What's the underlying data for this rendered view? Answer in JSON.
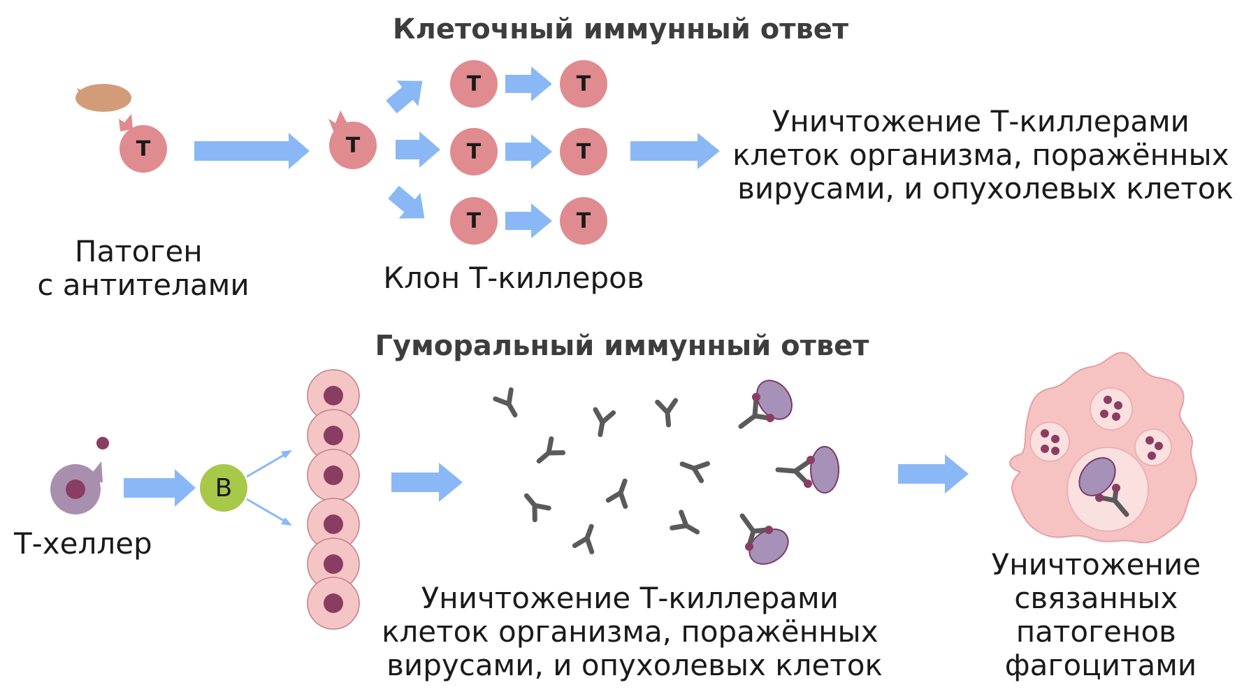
{
  "cellular": {
    "title": "Клеточный иммунный ответ",
    "pathogen_label": [
      "Патоген",
      "с антителами"
    ],
    "clone_label": "Клон Т-киллеров",
    "result_label": [
      "Уничтожение Т-киллерами",
      "клеток организма, поражённых",
      "вирусами, и опухолевых клеток"
    ],
    "cell_letter": "Т"
  },
  "humoral": {
    "title": "Гуморальный иммунный ответ",
    "helper_label": "Т-хеллер",
    "b_letter": "B",
    "antibody_label": [
      "Уничтожение Т-киллерами",
      "клеток организма, поражённых",
      "вирусами, и опухолевых клеток"
    ],
    "phagocyte_label": [
      "Уничтожение",
      "связанных",
      "патогенов",
      "фагоцитами"
    ]
  },
  "colors": {
    "t_cell": "#e08b8f",
    "pathogen": "#d29c78",
    "arrow": "#8ab8f6",
    "plasma_cell": "#f5c5c5",
    "nucleus": "#8a3d63",
    "b_cell": "#a8c84a",
    "helper": "#a88fae",
    "antibody": "#5a5a5a",
    "virus": "#a692b8",
    "phagocyte": "#f6c2c2"
  }
}
